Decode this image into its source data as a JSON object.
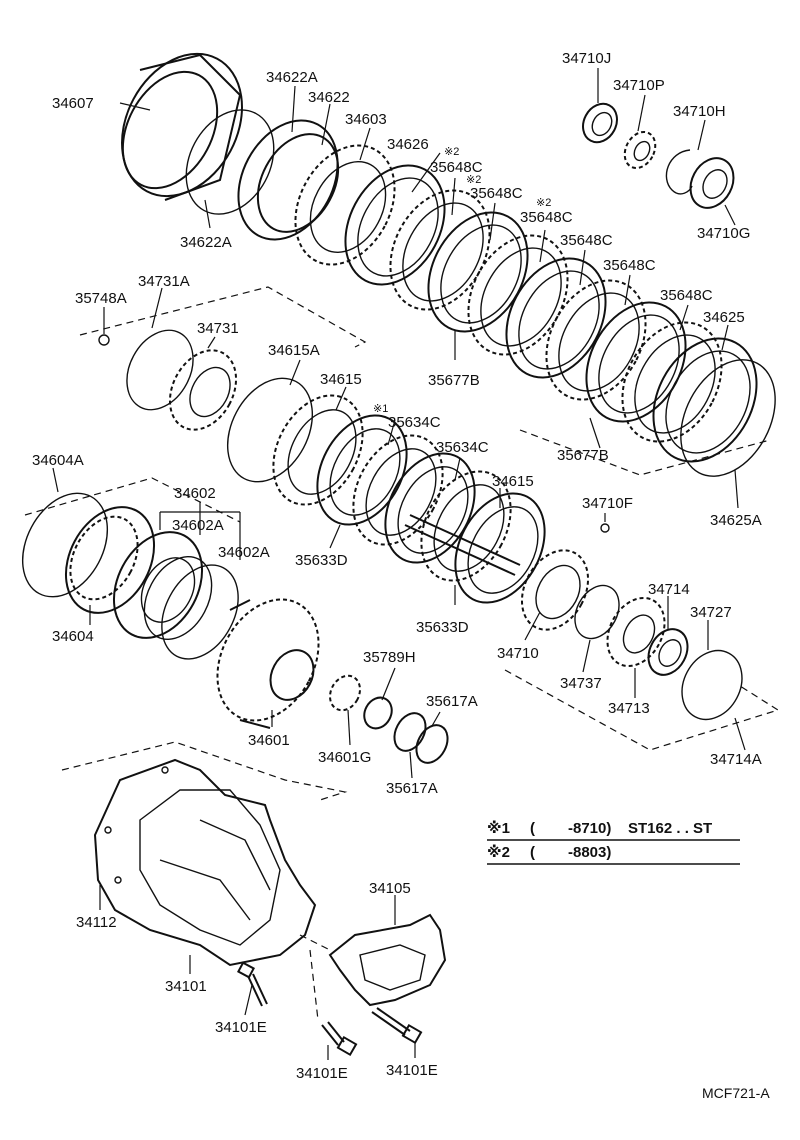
{
  "diagram": {
    "code": "MCF721-A",
    "labels": {
      "p34607": "34607",
      "p34622A_top": "34622A",
      "p34622": "34622",
      "p34603": "34603",
      "p34626": "34626",
      "star2_a": "※2",
      "p35648C_1": "35648C",
      "star2_b": "※2",
      "p35648C_2": "35648C",
      "star2_c": "※2",
      "p35648C_3": "35648C",
      "p35648C_4": "35648C",
      "p35648C_5": "35648C",
      "p35648C_6": "35648C",
      "p34625": "34625",
      "p34622A_bottom": "34622A",
      "p34710J": "34710J",
      "p34710P": "34710P",
      "p34710H": "34710H",
      "p34710G": "34710G",
      "p34731A": "34731A",
      "p35748A": "35748A",
      "p34731": "34731",
      "p34615A": "34615A",
      "p34615_top": "34615",
      "star1": "※1",
      "p35634C_1": "35634C",
      "p35634C_2": "35634C",
      "p35677B_1": "35677B",
      "p35677B_2": "35677B",
      "p34625A": "34625A",
      "p34604A": "34604A",
      "p34602": "34602",
      "p34602A_1": "34602A",
      "p34602A_2": "34602A",
      "p34604": "34604",
      "p35633D_1": "35633D",
      "p35633D_2": "35633D",
      "p34615_mid": "34615",
      "p34710F": "34710F",
      "p34714": "34714",
      "p34727": "34727",
      "p34710": "34710",
      "p34737": "34737",
      "p34713": "34713",
      "p34714A": "34714A",
      "p34601": "34601",
      "p35789H": "35789H",
      "p34601G": "34601G",
      "p35617A_1": "35617A",
      "p35617A_2": "35617A",
      "p34112": "34112",
      "p34101": "34101",
      "p34101E_1": "34101E",
      "p34105": "34105",
      "p34101E_2": "34101E",
      "p34101E_3": "34101E"
    },
    "notes": [
      {
        "mark": "※1",
        "open": "(",
        "range": "-8710)",
        "models": "ST162 . . ST"
      },
      {
        "mark": "※2",
        "open": "(",
        "range": "-8803)",
        "models": ""
      }
    ]
  }
}
